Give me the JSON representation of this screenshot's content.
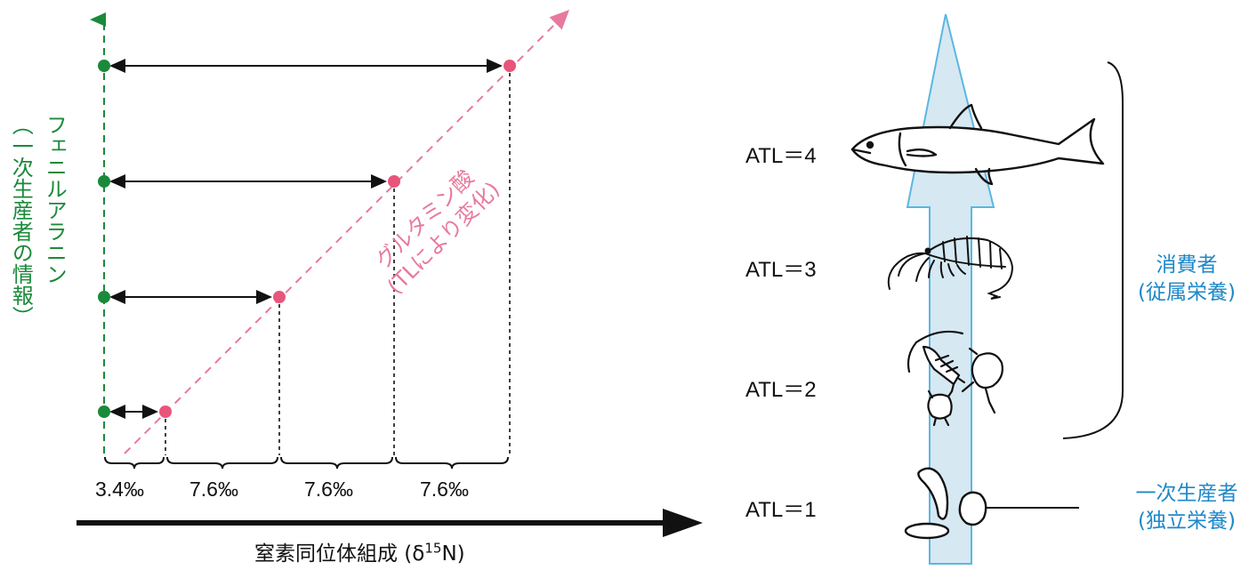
{
  "left_chart": {
    "phenylalanine_label": "フェニルアラニン",
    "phenylalanine_sub": "（一次生産者の情報）",
    "glutamic_label": "グルタミン酸",
    "glutamic_sub": "(TLにより変化)",
    "x_axis_label_main": "窒素同位体組成 (δ",
    "x_axis_label_sup": "15",
    "x_axis_label_tail": "N)",
    "gap_values": [
      "3.4‰",
      "7.6‰",
      "7.6‰",
      "7.6‰"
    ],
    "colors": {
      "phenylalanine": "#1a8a3a",
      "glutamic": "#e8557a"
    }
  },
  "right_panel": {
    "atl_labels": [
      "ATL＝4",
      "ATL＝3",
      "ATL＝2",
      "ATL＝1"
    ],
    "organisms": [
      "fish-icon",
      "shrimp-icon",
      "zooplankton-icon",
      "phytoplankton-icon"
    ],
    "consumer_label": "消費者",
    "consumer_sub": "(従属栄養)",
    "producer_label": "一次生産者",
    "producer_sub": "(独立栄養)",
    "colors": {
      "arrow_fill": "#d6e8f2",
      "arrow_stroke": "#5bb7e0",
      "category_text": "#1e88c8"
    }
  }
}
